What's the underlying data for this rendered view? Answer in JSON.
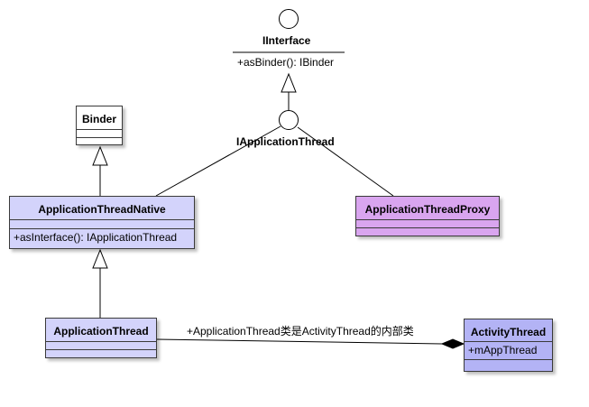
{
  "interfaces": {
    "iinterface": {
      "name": "IInterface",
      "operation": "+asBinder(): IBinder"
    },
    "iapplicationthread": {
      "name": "IApplicationThread"
    }
  },
  "classes": {
    "binder": {
      "name": "Binder"
    },
    "native": {
      "name": "ApplicationThreadNative",
      "operation": "+asInterface(): IApplicationThread"
    },
    "proxy": {
      "name": "ApplicationThreadProxy"
    },
    "appthread": {
      "name": "ApplicationThread"
    },
    "activitythread": {
      "name": "ActivityThread",
      "attribute": "+mAppThread"
    }
  },
  "association": {
    "label": "+ApplicationThread类是ActivityThread的内部类"
  },
  "colors": {
    "class_blue": "#d3d3fb",
    "class_dark_blue": "#b3b3f5",
    "class_purple": "#d9a5ef",
    "line": "#000000"
  }
}
